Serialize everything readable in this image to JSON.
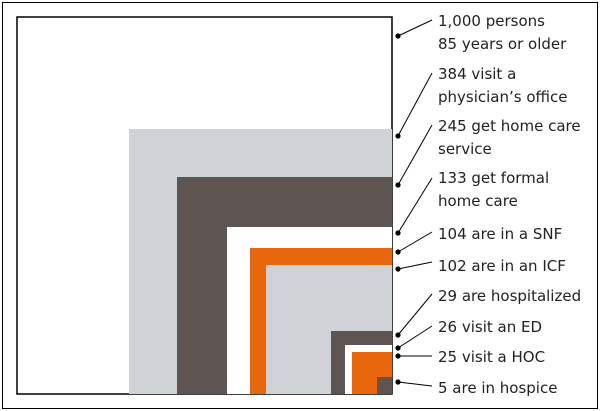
{
  "colors": {
    "white": "#ffffff",
    "light_gray": "#cfd2d6",
    "dark_gray": "#5e5552",
    "orange": "#e8660c",
    "stroke": "#000000"
  },
  "levels": [
    {
      "count": 1000,
      "label": "1,000 persons\n85 years or older"
    },
    {
      "count": 384,
      "label": "384 visit a\nphysician’s office"
    },
    {
      "count": 245,
      "label": "245 get home care\nservice"
    },
    {
      "count": 133,
      "label": "133 get formal\nhome care"
    },
    {
      "count": 104,
      "label": "104 are in a SNF"
    },
    {
      "count": 102,
      "label": "102 are in an ICF"
    },
    {
      "count": 29,
      "label": "29 are hospitalized"
    },
    {
      "count": 26,
      "label": "26 visit an ED"
    },
    {
      "count": 25,
      "label": "25 visit a HOC"
    },
    {
      "count": 5,
      "label": "5 are in hospice"
    }
  ]
}
